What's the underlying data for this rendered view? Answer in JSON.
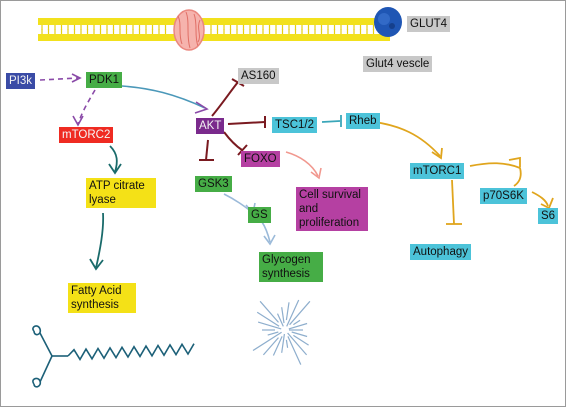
{
  "colors": {
    "membrane": "#f2e11d",
    "glut4_channel": "#f19a94",
    "vesicle": "#1f56b4",
    "grey_label": "#c8c8c8",
    "pi3k": "#3a4ba6",
    "green": "#46ad46",
    "red": "#ef2b22",
    "yellow": "#f4e117",
    "purple": "#7a2a8c",
    "cyan": "#4cc3d9",
    "magenta": "#b540a2"
  },
  "labels": {
    "glut4": "GLUT4",
    "glut4_vesicle": "Glut4 vescle",
    "pi3k": "PI3k",
    "pdk1": "PDK1",
    "mtorc2": "mTORC2",
    "atp_citrate_lyase_line1": "ATP citrate",
    "atp_citrate_lyase_line2": "lyase",
    "fatty_acid_line1": "Fatty Acid",
    "fatty_acid_line2": "synthesis",
    "as160": "AS160",
    "akt": "AKT",
    "tsc": "TSC1/2",
    "rheb": "Rheb",
    "foxo": "FOXO",
    "gsk3": "GSK3",
    "gs": "GS",
    "cell_survival_line1": "Cell survival",
    "cell_survival_line2": "and",
    "cell_survival_line3": "proliferation",
    "glycogen_line1": "Glycogen",
    "glycogen_line2": "synthesis",
    "mtorc1": "mTORC1",
    "p70s6k": "p70S6K",
    "s6": "S6",
    "autophagy": "Autophagy"
  }
}
